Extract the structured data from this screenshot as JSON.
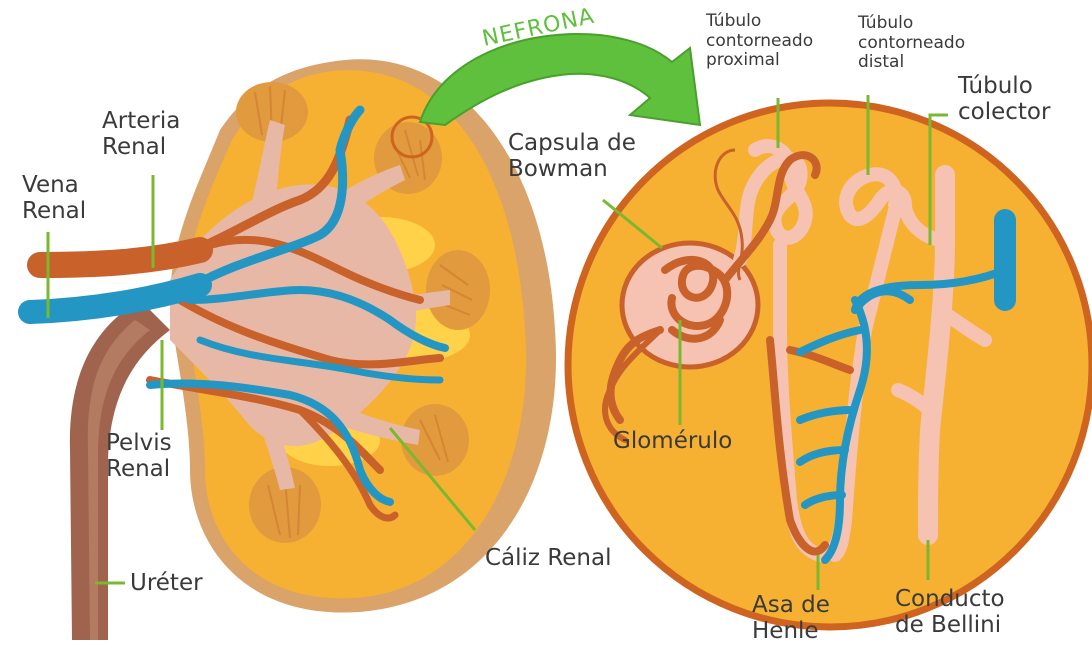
{
  "arrow_title": "NEFRONA",
  "colors": {
    "kidney_outer": "#f6b133",
    "kidney_rim": "#d9a36a",
    "pelvis": "#e8b8a6",
    "pyramid": "#e29a3f",
    "artery": "#c8612a",
    "vein": "#2496c4",
    "ureter": "#a0644e",
    "leader": "#79b82f",
    "arrow": "#5ec03c",
    "circle_fill": "#f6b133",
    "circle_rim": "#cf6420",
    "tubule": "#f6c3b2",
    "text": "#3a3a3a"
  },
  "labels": {
    "vena_1": "Vena",
    "vena_2": "Renal",
    "arteria_1": "Arteria",
    "arteria_2": "Renal",
    "pelvis_1": "Pelvis",
    "pelvis_2": "Renal",
    "ureter": "Uréter",
    "caliz": "Cáliz Renal",
    "capsula_1": "Capsula de",
    "capsula_2": "Bowman",
    "glomerulo": "Glomérulo",
    "proximal_1": "Túbulo",
    "proximal_2": "contorneado",
    "proximal_3": "proximal",
    "distal_1": "Túbulo",
    "distal_2": "contorneado",
    "distal_3": "distal",
    "colector_1": "Túbulo",
    "colector_2": "colector",
    "asa_1": "Asa de",
    "asa_2": "Henle",
    "conducto_1": "Conducto",
    "conducto_2": "de Bellini"
  }
}
